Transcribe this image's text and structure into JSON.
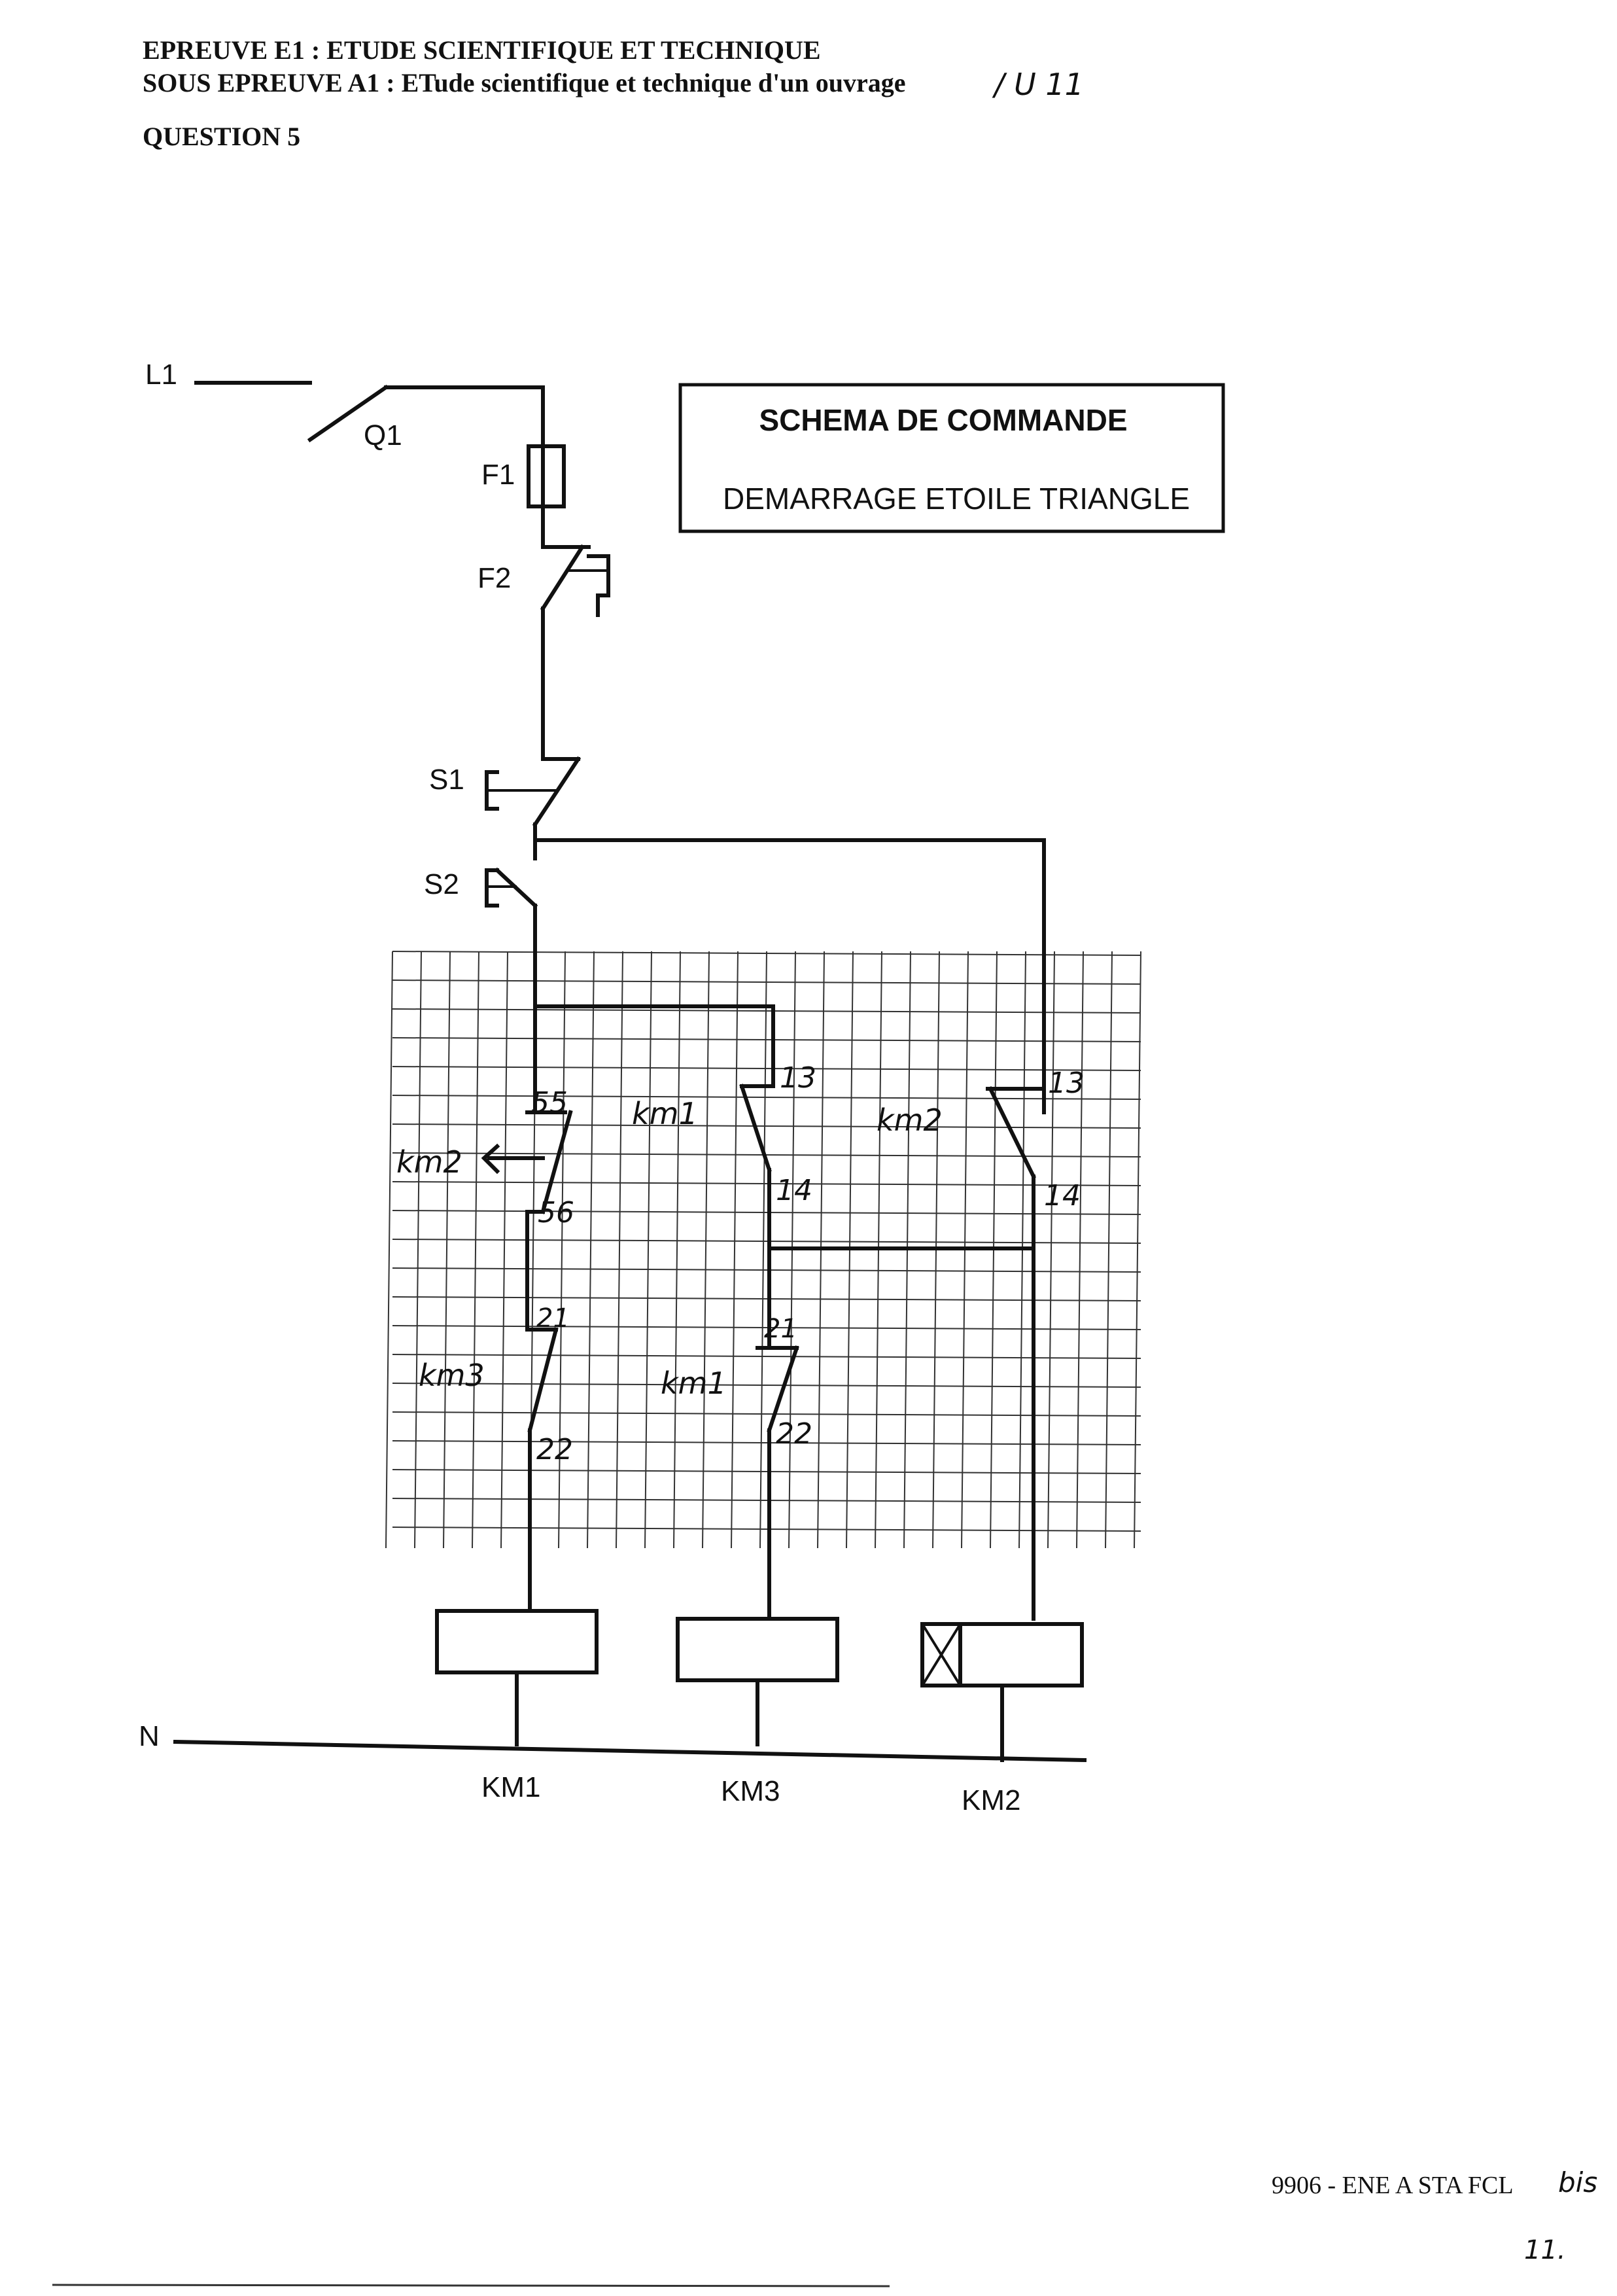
{
  "header": {
    "line1": "EPREUVE E1 : ETUDE SCIENTIFIQUE ET TECHNIQUE",
    "line2": "SOUS EPREUVE A1 : ETude scientifique et technique d'un ouvrage",
    "line2_hand": "/ U 11",
    "question": "QUESTION 5"
  },
  "title_box": {
    "title": "SCHEMA DE COMMANDE",
    "subtitle": "DEMARRAGE ETOILE TRIANGLE"
  },
  "diagram": {
    "line_label": "L1",
    "neutral_label": "N",
    "components": {
      "q1": "Q1",
      "f1": "F1",
      "f2": "F2",
      "s1": "S1",
      "s2": "S2"
    },
    "coils": {
      "km1": "KM1",
      "km3": "KM3",
      "km2": "KM2"
    },
    "handwritten": {
      "km2_tempo": "km2",
      "km2_tempo_55": "55",
      "km2_tempo_56": "56",
      "km1_contact": "km1",
      "km1_13": "13",
      "km1_14": "14",
      "km2_contact": "km2",
      "km2_13": "13",
      "km2_14": "14",
      "km3_nc": "km3",
      "km3_21": "21",
      "km3_22": "22",
      "km1_nc": "km1",
      "km1_21": "21",
      "km1_22": "22"
    }
  },
  "footer": {
    "code": "9906 - ENE A STA FCL",
    "code_hand": "bis",
    "page_hand": "11."
  }
}
